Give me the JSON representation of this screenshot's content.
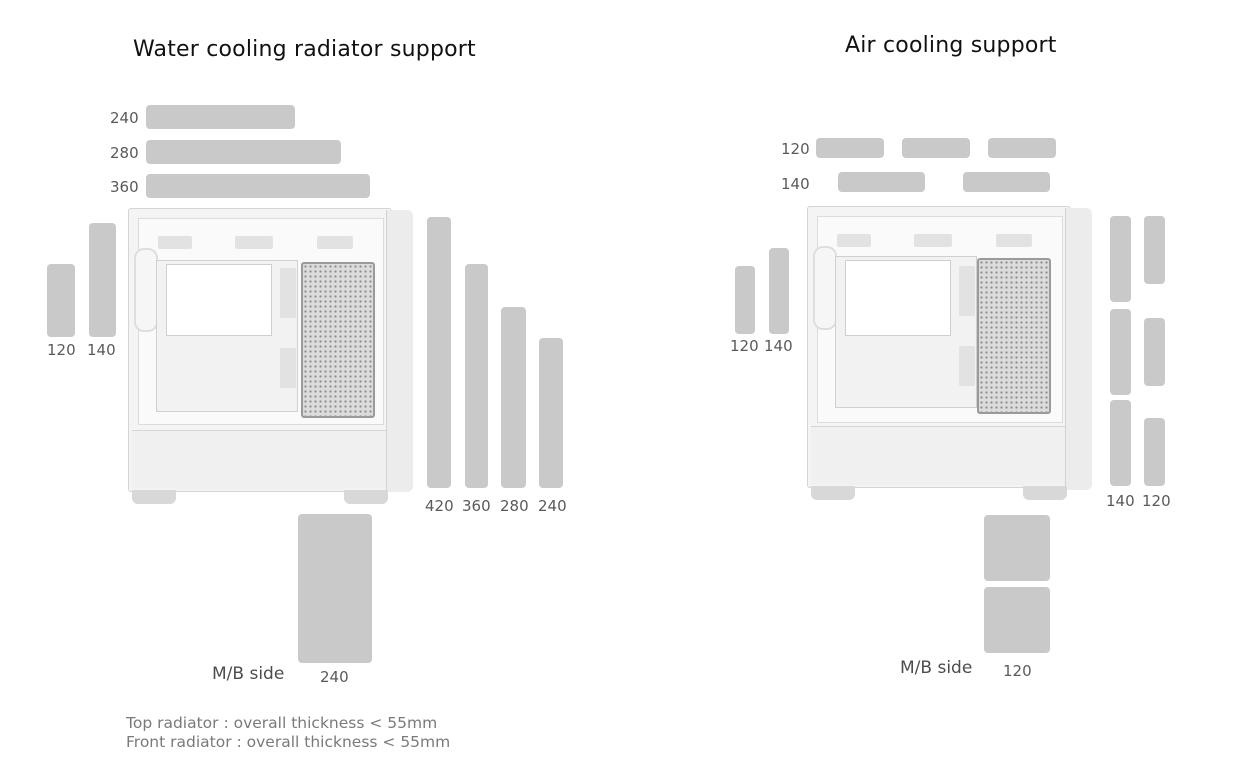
{
  "left": {
    "title": "Water cooling radiator support",
    "top_labels": [
      "240",
      "280",
      "360"
    ],
    "rear_labels": [
      "120",
      "140"
    ],
    "front_labels": [
      "420",
      "360",
      "280",
      "240"
    ],
    "side_caption": "M/B side",
    "side_label": "240",
    "notes": [
      "Top radiator : overall thickness < 55mm",
      "Front radiator : overall thickness < 55mm"
    ]
  },
  "right": {
    "title": "Air cooling support",
    "top_labels": [
      "120",
      "140"
    ],
    "rear_labels": [
      "120",
      "140"
    ],
    "front_labels": [
      "140",
      "120"
    ],
    "side_caption": "M/B side",
    "side_label": "120"
  },
  "colors": {
    "bar": "#c9c9c9",
    "label": "#5a5a5a",
    "title": "#111111",
    "note": "#7a7a7a"
  }
}
